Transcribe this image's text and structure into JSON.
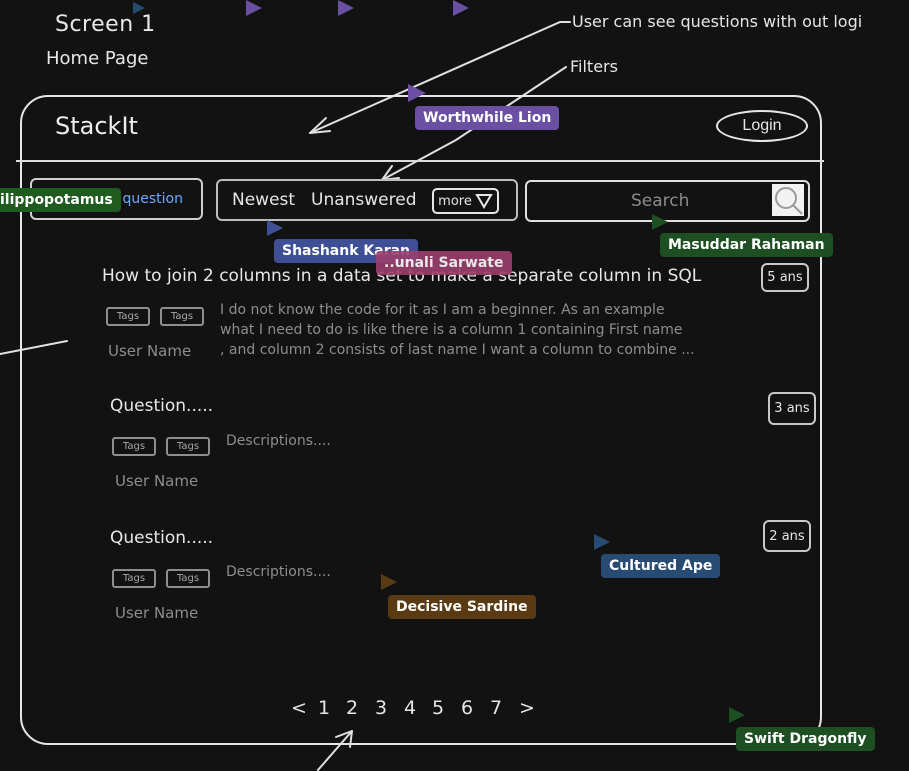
{
  "screen": {
    "title": "Screen 1",
    "subtitle": "Home Page"
  },
  "annotations": {
    "top_note": "User can see questions with out logi",
    "filters_note": "Filters"
  },
  "app": {
    "brand": "StackIt",
    "login_label": "Login"
  },
  "toolbar": {
    "ask_label": "v question",
    "filter_newest": "Newest",
    "filter_unanswered": "Unanswered",
    "more_label": "more",
    "search_placeholder": "Search"
  },
  "questions": [
    {
      "title": "How to join 2 columns in a data set to make a separate column in SQL",
      "tags": [
        "Tags",
        "Tags"
      ],
      "user": "User Name",
      "description_lines": [
        "I do not know the code for it as I am a beginner. As an example",
        "what I need to do is like there is a column 1 containing First name",
        ", and column 2 consists of last name I want a column to combine ..."
      ],
      "answers": "5 ans"
    },
    {
      "title": "Question.....",
      "tags": [
        "Tags",
        "Tags"
      ],
      "user": "User Name",
      "description": "Descriptions....",
      "answers": "3 ans"
    },
    {
      "title": "Question.....",
      "tags": [
        "Tags",
        "Tags"
      ],
      "user": "User Name",
      "description": "Descriptions....",
      "answers": "2 ans"
    }
  ],
  "pagination": {
    "prev": "<",
    "pages": [
      "1",
      "2",
      "3",
      "4",
      "5",
      "6",
      "7"
    ],
    "next": ">"
  },
  "collaborators": [
    {
      "name": "Worthwhile Lion",
      "color": "#6a4fa3"
    },
    {
      "name": "ilippopotamus",
      "color": "#1f5a1f"
    },
    {
      "name": "Shashank Karan",
      "color": "#3f4f96"
    },
    {
      "name": "..unali Sarwate",
      "color": "#9b3f6e"
    },
    {
      "name": "Masuddar Rahaman",
      "color": "#1d4f23"
    },
    {
      "name": "Cultured Ape",
      "color": "#274b73"
    },
    {
      "name": "Decisive Sardine",
      "color": "#5a3a12"
    },
    {
      "name": "Swift Dragonfly",
      "color": "#1d4f23"
    }
  ]
}
